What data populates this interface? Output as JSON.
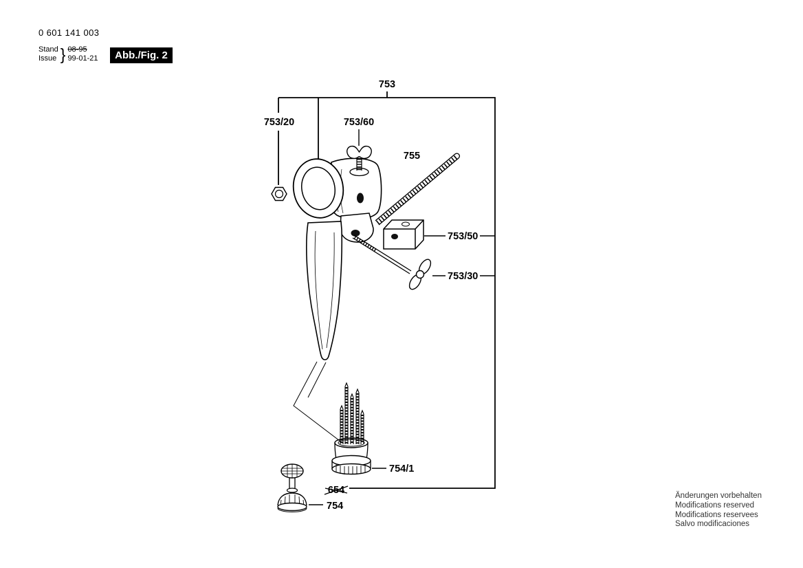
{
  "header": {
    "part_number": "0 601 141 003",
    "stand_label": "Stand",
    "stand_value": "08-95",
    "issue_label": "Issue",
    "issue_value": "99-01-21",
    "brace": "}",
    "fig_badge": "Abb./Fig. 2"
  },
  "diagram": {
    "labels": {
      "assembly": "753",
      "nut": "753/20",
      "wing_screw": "753/60",
      "depth_rod": "755",
      "clamp_block": "753/50",
      "wing_bolt": "753/30",
      "bit_holder": "754/1",
      "obsolete_ref": "654",
      "depth_stop": "754"
    }
  },
  "footer": {
    "lines": [
      "Änderungen vorbehalten",
      "Modifications reserved",
      "Modifications reservees",
      "Salvo modificaciones"
    ]
  },
  "colors": {
    "ink": "#000000",
    "badge_background": "#000000",
    "badge_text": "#ffffff",
    "footer_text": "#333333"
  }
}
